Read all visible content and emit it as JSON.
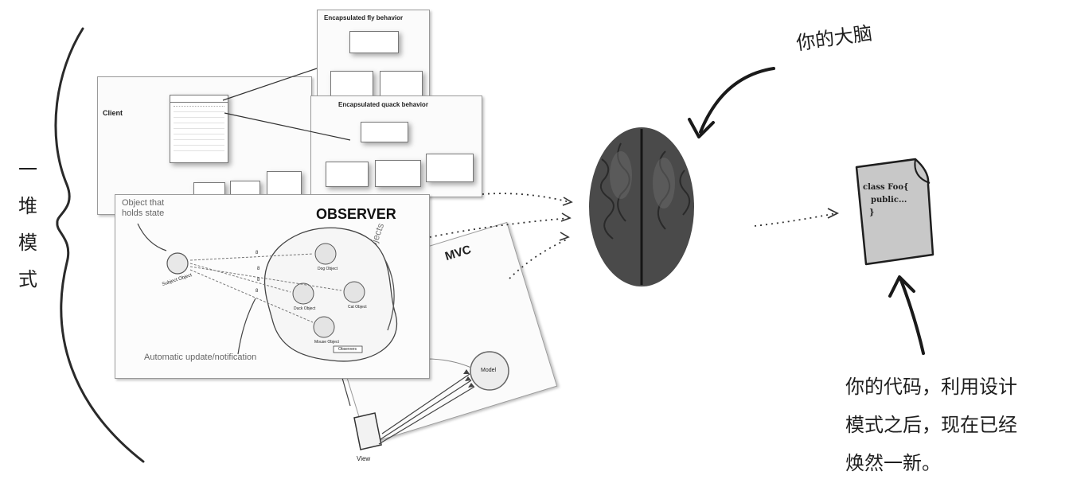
{
  "side_label": [
    "一",
    "堆",
    "模",
    "式"
  ],
  "brain_label": "你的大脑",
  "code_note": [
    "你的代码，利用设计",
    "模式之后，现在已经",
    "焕然一新。"
  ],
  "cards": {
    "fly": {
      "title": "Encapsulated fly behavior"
    },
    "quack": {
      "title": "Encapsulated quack behavior"
    },
    "client": {
      "title": "Client"
    },
    "observer": {
      "title": "OBSERVER",
      "state_label_1": "Object that",
      "state_label_2": "holds state",
      "subject_label": "Subject Object",
      "dog_label": "Dog Object",
      "duck_label": "Duck Object",
      "cat_label": "Cat Object",
      "mouse_label": "Mouse Object",
      "observers_label": "Observers",
      "dependent_label": "Dependent Objects",
      "update_label": "Automatic update/notification",
      "value_a": "8",
      "value_b": "8",
      "value_c": "8",
      "value_d": "8"
    },
    "mvc": {
      "title": "MVC",
      "model_label": "Model",
      "view_label": "View"
    }
  },
  "code_file": {
    "line1": "class Foo{",
    "line2": "public...",
    "line3": "}"
  }
}
